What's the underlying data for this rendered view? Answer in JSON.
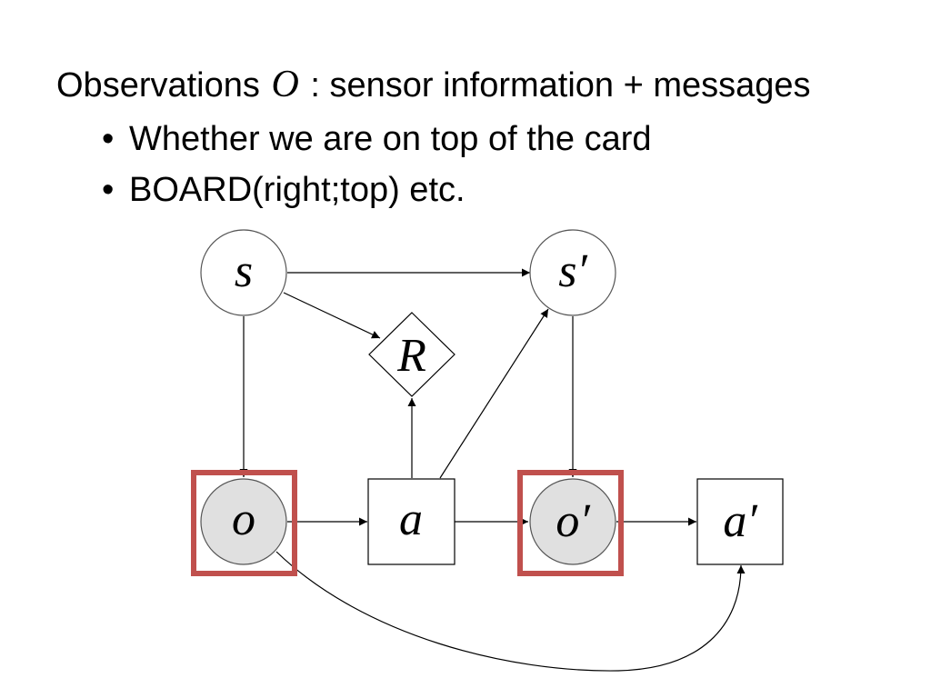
{
  "heading": {
    "prefix": "Observations",
    "symbol": "O",
    "suffix": ": sensor information + messages"
  },
  "bullets": [
    {
      "marker": "•",
      "text": "Whether we are on top of the card"
    },
    {
      "marker": "•",
      "text": "BOARD(right;top) etc."
    }
  ],
  "diagram": {
    "nodes": {
      "s": "s",
      "s_prime": "s′",
      "R": "R",
      "o": "o",
      "a": "a",
      "o_prime": "o′",
      "a_prime": "a′"
    },
    "colors": {
      "highlight": "#c0504d",
      "observed_fill": "#e0e0e0",
      "node_stroke": "#555555"
    }
  }
}
